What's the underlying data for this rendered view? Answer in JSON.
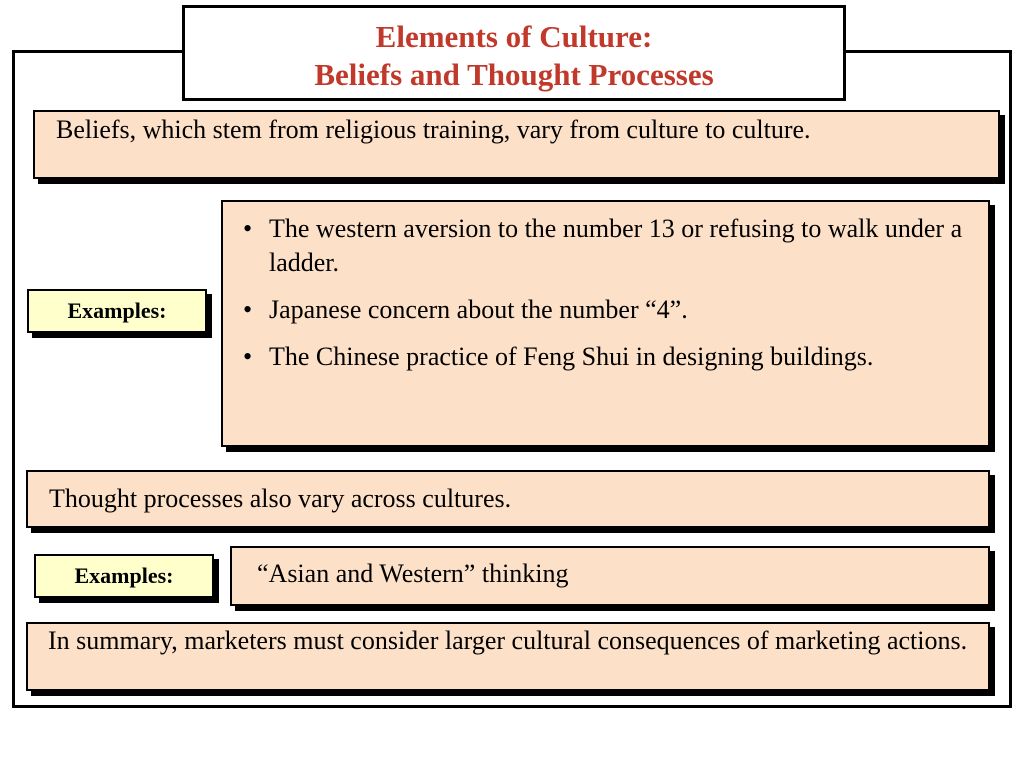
{
  "title": {
    "line1": "Elements of Culture:",
    "line2": "Beliefs and Thought Processes"
  },
  "beliefs_text": "Beliefs, which stem from religious training, vary from culture to culture.",
  "examples1": {
    "label": "Examples:",
    "items": [
      "The western aversion to the number 13 or refusing to walk under a ladder.",
      "Japanese concern about the number “4”.",
      "The Chinese practice of Feng Shui in designing buildings."
    ]
  },
  "thought_text": "Thought processes also vary across cultures.",
  "examples2": {
    "label": "Examples:",
    "text": "“Asian and Western” thinking"
  },
  "summary_text": "In summary, marketers must consider larger cultural consequences of marketing actions.",
  "colors": {
    "title": "#c0392b",
    "box_fill": "#fde0c8",
    "label_fill": "#ffffcc"
  }
}
